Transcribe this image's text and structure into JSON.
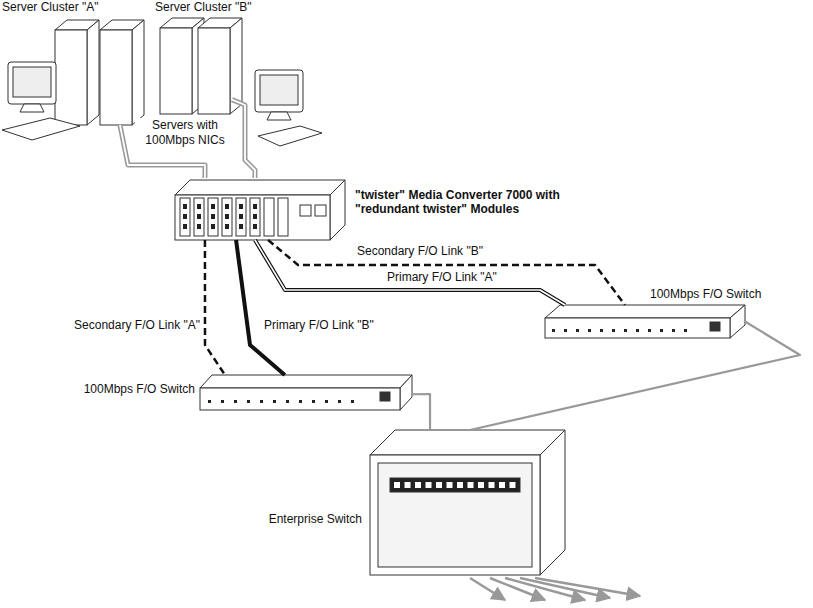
{
  "diagram": {
    "nodes": [
      {
        "text": [
          "Server Cluster \"A\""
        ]
      },
      {
        "text": [
          "Server Cluster \"B\""
        ]
      },
      {
        "text": [
          "\"twister\" Media Converter 7000 with \"redundant twister\" Modules"
        ]
      },
      {
        "text": [
          "100Mbps F/O Switch"
        ]
      },
      {
        "text": [
          "100Mbps F/O Switch"
        ]
      },
      {
        "text": [
          "Enterprise Switch"
        ]
      }
    ],
    "edges": [
      {
        "from": 0,
        "to": 2,
        "arrow": "none"
      },
      {
        "from": 1,
        "to": 2,
        "arrow": "none"
      },
      {
        "from": 2,
        "to": 3,
        "label": "Primary F/O Link \"A\"",
        "arrow": "none"
      },
      {
        "from": 2,
        "to": 3,
        "label": "Secondary F/O Link \"B\"",
        "arrow": "none"
      },
      {
        "from": 2,
        "to": 4,
        "label": "Secondary F/O Link \"A\"",
        "arrow": "none"
      },
      {
        "from": 2,
        "to": 4,
        "label": "Primary F/O Link \"B\"",
        "arrow": "none"
      },
      {
        "from": 3,
        "to": 5,
        "arrow": "none"
      },
      {
        "from": 4,
        "to": 5,
        "arrow": "none"
      }
    ],
    "labels": [
      "Servers with 100Mbps NICs"
    ]
  }
}
